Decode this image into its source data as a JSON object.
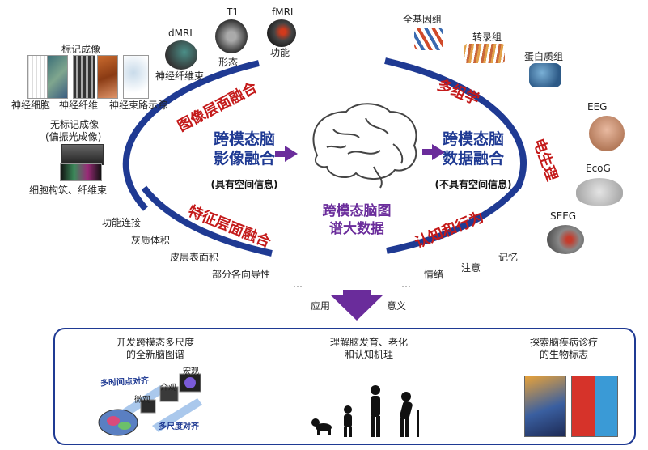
{
  "left_top": {
    "label_imaging": "标记成像",
    "label_neuron": "神经细胞",
    "label_fiber": "神经纤维",
    "label_tract": "神经束路示踪",
    "label_label_free": "无标记成像",
    "label_polar": "(偏振光成像)",
    "label_cyto": "细胞构筑、纤维束"
  },
  "mri": {
    "dmri": "dMRI",
    "t1": "T1",
    "fmri": "fMRI",
    "fiber_tract": "神经纤维束",
    "morphology": "形态",
    "function": "功能"
  },
  "omics": {
    "genome": "全基因组",
    "transcriptome": "转录组",
    "proteome": "蛋白质组"
  },
  "electro": {
    "eeg": "EEG",
    "ecog": "EcoG",
    "seeg": "SEEG"
  },
  "features": {
    "connectivity": "功能连接",
    "gray_volume": "灰质体积",
    "cortical_area": "皮层表面积",
    "anisotropy": "部分各向导性",
    "ellipsis_left": "…",
    "ellipsis_right": "…"
  },
  "behavior": {
    "emotion": "情绪",
    "attention": "注意",
    "memory": "记忆"
  },
  "arcs": {
    "image_fusion": "图像层面融合",
    "multiomics": "多组学",
    "electrophys": "电生理",
    "feature_fusion": "特征层面融合",
    "cognition": "认知和行为"
  },
  "center": {
    "left_title_1": "跨模态脑",
    "left_title_2": "影像融合",
    "left_sub": "(具有空间信息)",
    "right_title_1": "跨模态脑",
    "right_title_2": "数据融合",
    "right_sub": "(不具有空间信息)",
    "core_1": "跨模态脑图",
    "core_2": "谱大数据"
  },
  "arrow": {
    "application": "应用",
    "meaning": "意义"
  },
  "bottom": {
    "col1_1": "开发跨模态多尺度",
    "col1_2": "的全新脑图谱",
    "multi_time": "多时间点对齐",
    "multi_scale": "多尺度对齐",
    "macro": "宏观",
    "meso": "介观",
    "micro": "微观",
    "col2_1": "理解脑发育、老化",
    "col2_2": "和认知机理",
    "col3_1": "探索脑疾病诊疗",
    "col3_2": "的生物标志"
  },
  "colors": {
    "ring": "#1f3a93",
    "arc_text": "#c41a1a",
    "arrow": "#6a2c9b"
  }
}
